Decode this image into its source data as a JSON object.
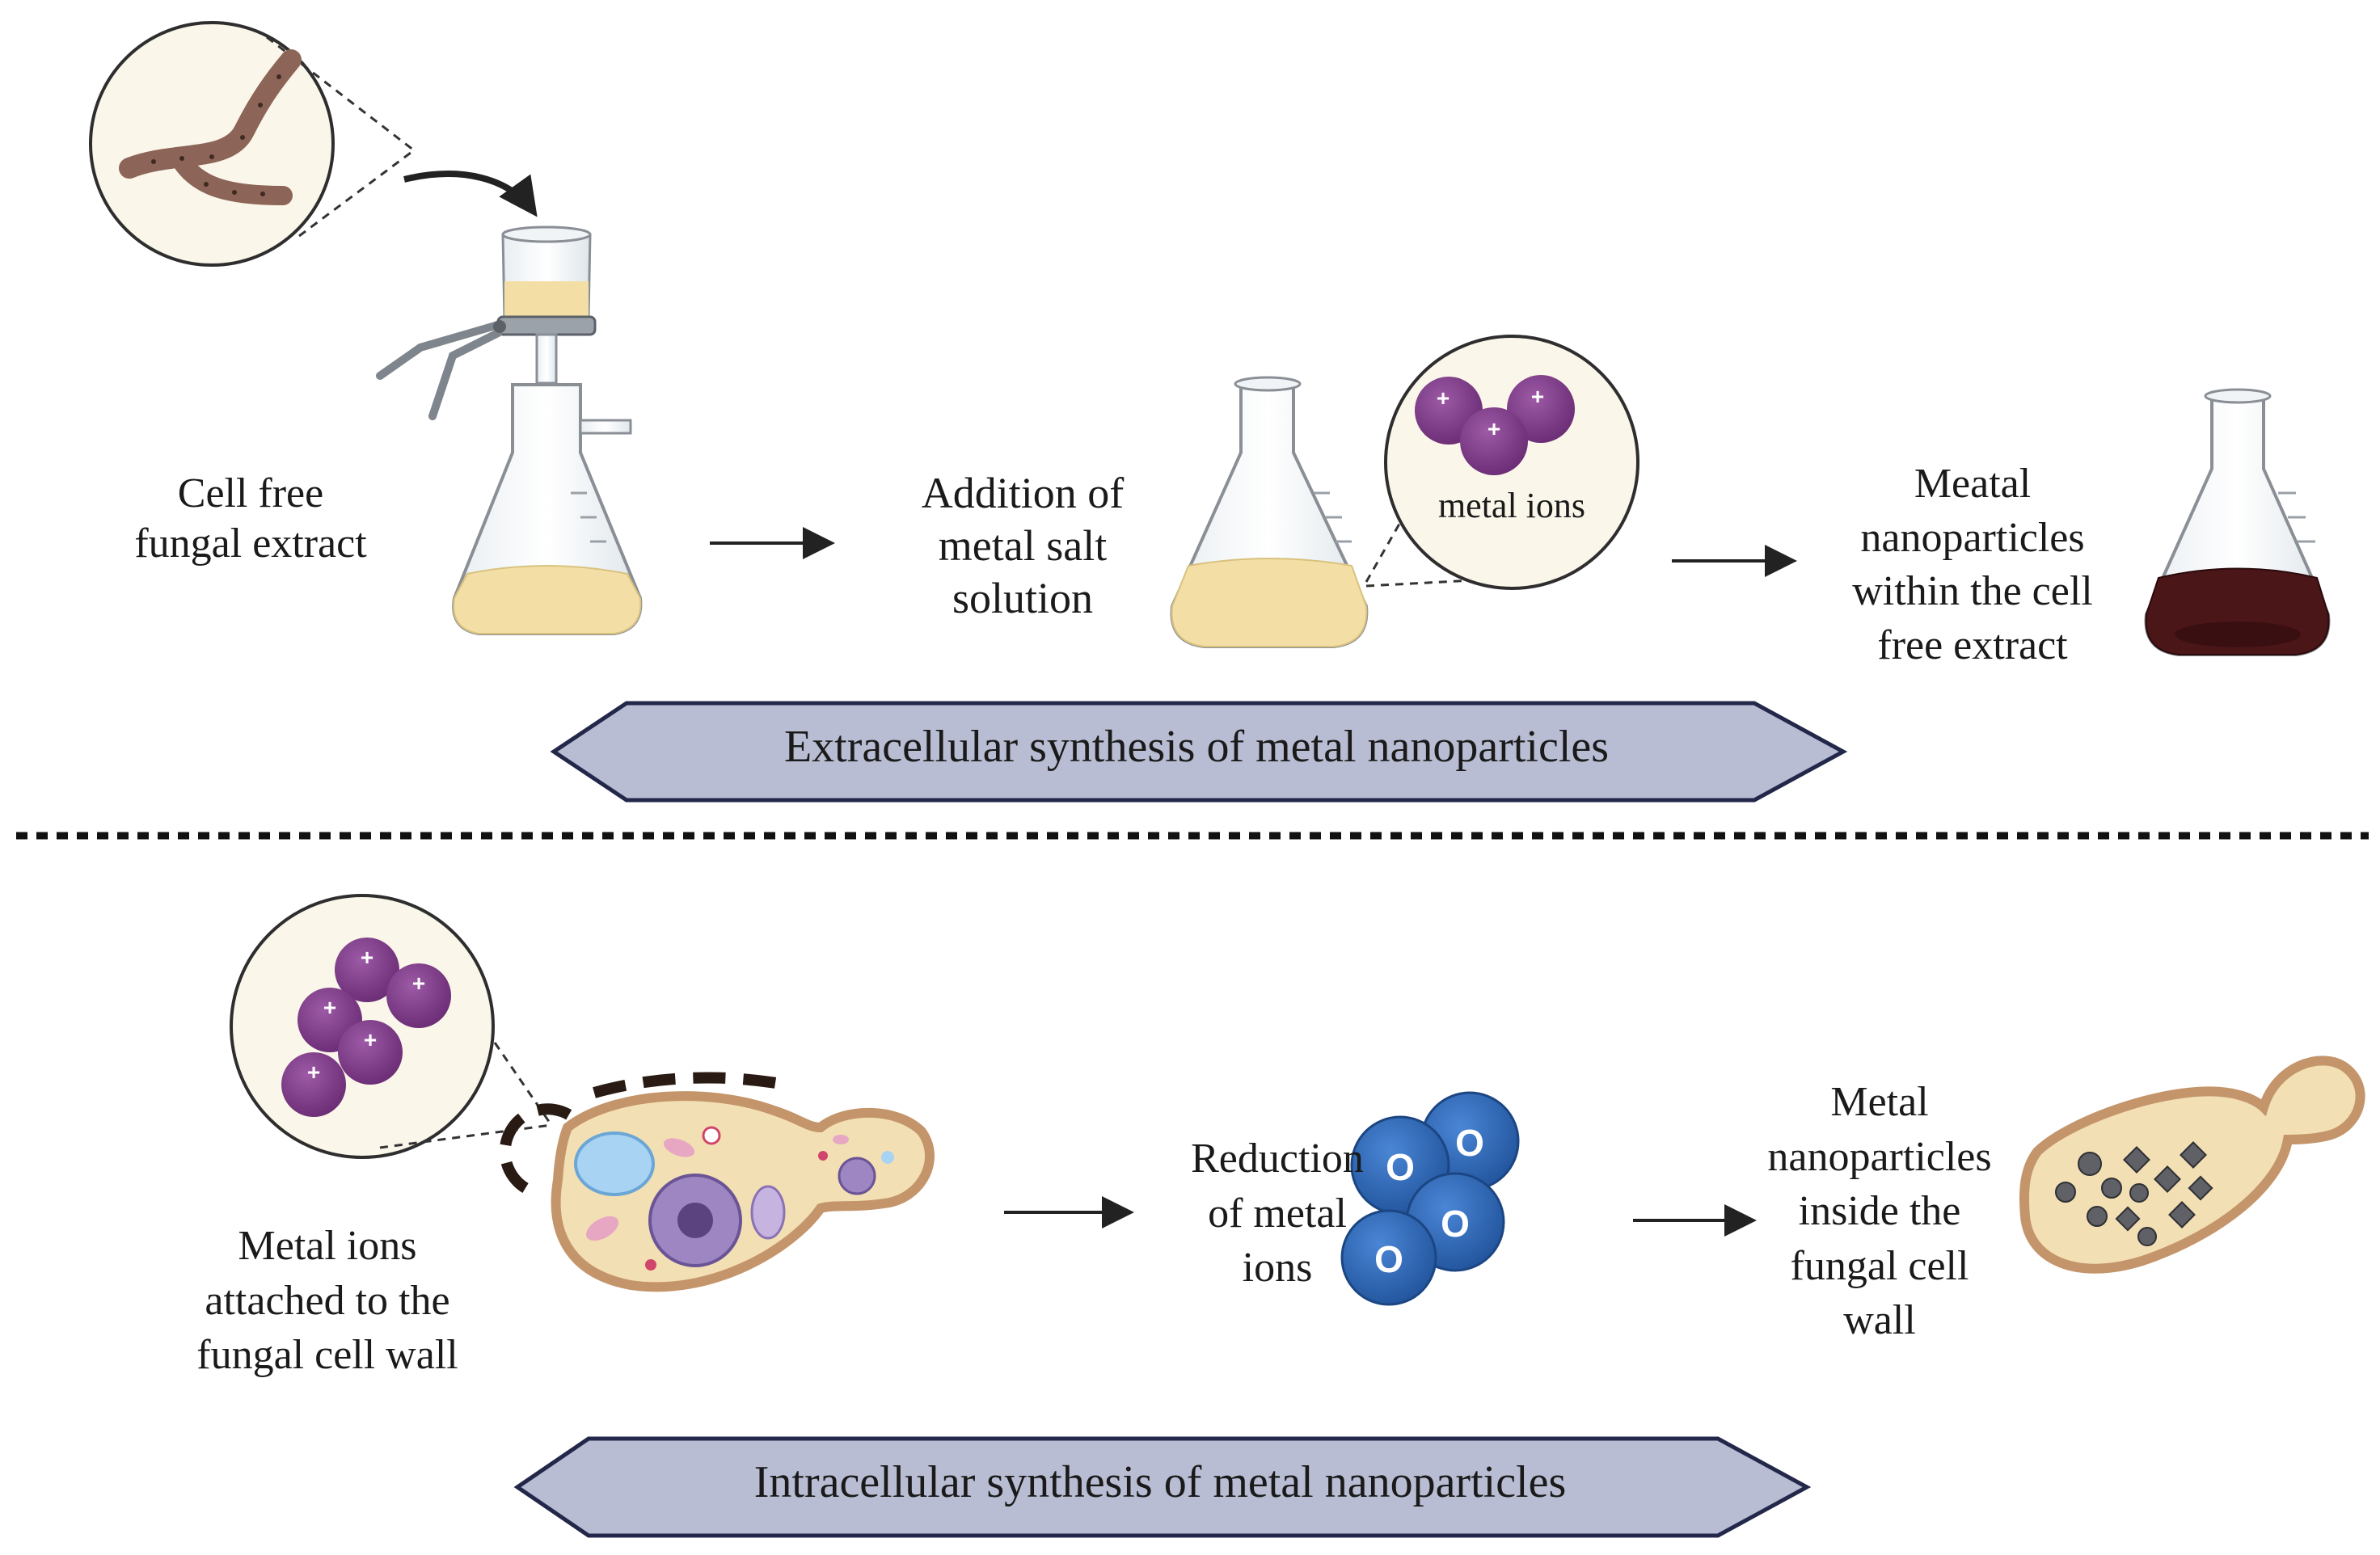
{
  "extracellular": {
    "step1": [
      "Cell free",
      "fungal extract"
    ],
    "step2": [
      "Addition of",
      "metal salt",
      "solution"
    ],
    "zoom_label": "metal ions",
    "step3": [
      "Meatal",
      "nanoparticles",
      "within the cell",
      "free extract"
    ],
    "banner": "Extracellular synthesis of metal nanoparticles",
    "ion_charge": "+"
  },
  "intracellular": {
    "step1": [
      "Metal ions",
      "attached to the",
      "fungal cell wall"
    ],
    "step2": [
      "Reduction",
      "of metal",
      "ions"
    ],
    "nanoparticle_symbol": "O",
    "step3": [
      "Metal",
      "nanoparticles",
      "inside the",
      "fungal cell",
      "wall"
    ],
    "banner": "Intracellular synthesis of metal nanoparticles",
    "ion_charge": "+"
  },
  "colors": {
    "banner_fill": "#b9bdd3",
    "banner_stroke": "#23284a",
    "metal_ion": "#7d3a86",
    "nanoparticle": "#2f66b8",
    "extract_fill": "#f3dfa5",
    "dark_extract": "#4a1618",
    "hypha": "#8c6458",
    "zoom_bg": "#fbf6ea",
    "cell_fill": "#f3dfb4",
    "cell_wall": "#c4956a"
  }
}
